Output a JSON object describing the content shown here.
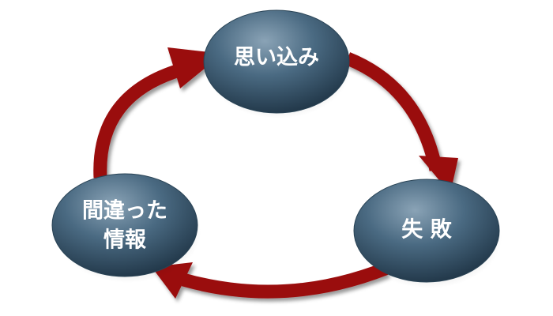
{
  "colors": {
    "arrow": "#9a0b0b",
    "node_fill": "#3d5d74",
    "node_highlight": "#7e99ad",
    "node_shadow": "#1c2f3d",
    "text": "#ffffff"
  },
  "nodes": {
    "top": {
      "label": "思い込み"
    },
    "right": {
      "label": "失 敗"
    },
    "left": {
      "line1": "間違った",
      "line2": "情報"
    }
  }
}
